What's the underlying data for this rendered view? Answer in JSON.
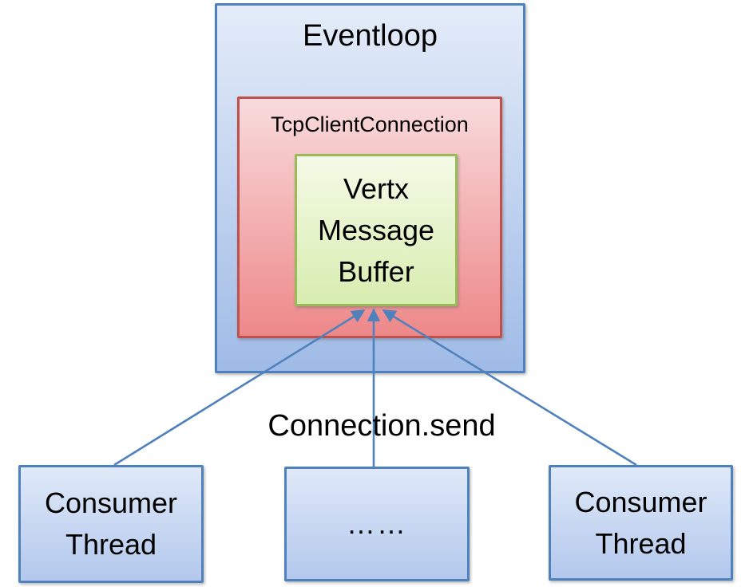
{
  "colors": {
    "blue_border": "#4f81bd",
    "blue_fill_top": "#e4ecf9",
    "blue_fill_bottom": "#9fbbe6",
    "consumer_fill_top": "#dfe9f8",
    "consumer_fill_bottom": "#b3c8ed",
    "red_border": "#c0504d",
    "red_fill_top": "#f9dbdc",
    "red_fill_bottom": "#ee8889",
    "green_border": "#9bbb59",
    "green_fill_top": "#f4fae7",
    "green_fill_bottom": "#d8edb0",
    "arrow": "#4f81bd",
    "text": "#000000"
  },
  "nodes": {
    "eventloop": {
      "label": "Eventloop"
    },
    "tcp_client_connection": {
      "label": "TcpClientConnection"
    },
    "vertx_message_buffer": {
      "lines": [
        "Vertx",
        "Message",
        "Buffer"
      ]
    },
    "consumer_left": {
      "lines": [
        "Consumer",
        "Thread"
      ]
    },
    "consumer_middle": {
      "label": "……"
    },
    "consumer_right": {
      "lines": [
        "Consumer",
        "Thread"
      ]
    }
  },
  "edges": {
    "label": "Connection.send"
  }
}
